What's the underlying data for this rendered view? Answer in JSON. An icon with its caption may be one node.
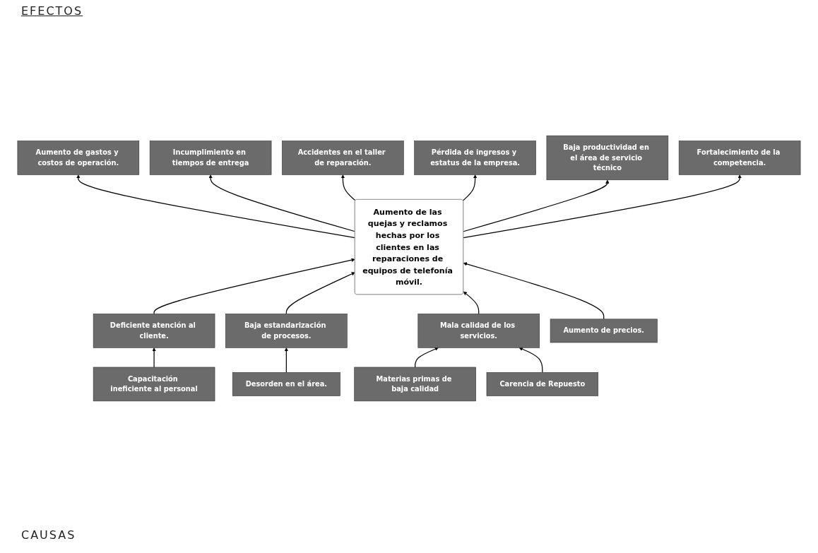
{
  "diagram": {
    "nodes": [
      {
        "text": [
          "Incumplimiento en tiempos de entrega"
        ]
      },
      {
        "text": [
          "Baja productividad en el área de servicio técnico"
        ]
      },
      {
        "text": [
          "Aumento de gastos y costos de operación."
        ]
      },
      {
        "text": [
          "Accidentes en el taller de reparación."
        ]
      },
      {
        "text": [
          "Pérdida de ingresos y estatus de la empresa."
        ]
      },
      {
        "text": [
          "Fortalecimiento de la competencia."
        ]
      },
      {
        "text": [
          "Aumento de las quejas y reclamos hechas por los clientes en las reparaciones de equipos de telefonía móvil."
        ]
      },
      {
        "text": [
          "Deficiente atención al cliente."
        ]
      },
      {
        "text": [
          "Baja estandarización de procesos."
        ]
      },
      {
        "text": [
          "Mala calidad de los servicios."
        ]
      },
      {
        "text": [
          "Aumento de precios."
        ]
      },
      {
        "text": [
          "Capacitación ineficiente al personal"
        ]
      },
      {
        "text": [
          "Desorden en el área."
        ]
      },
      {
        "text": [
          "Materias primas de baja calidad"
        ]
      },
      {
        "text": [
          "Carencia de Repuesto"
        ]
      }
    ],
    "edges": [
      {
        "from": 6,
        "to": 2,
        "arrow": "to"
      },
      {
        "from": 6,
        "to": 0,
        "arrow": "to"
      },
      {
        "from": 6,
        "to": 3,
        "arrow": "to"
      },
      {
        "from": 6,
        "to": 4,
        "arrow": "to"
      },
      {
        "from": 6,
        "to": 1,
        "arrow": "to"
      },
      {
        "from": 6,
        "to": 5,
        "arrow": "to"
      },
      {
        "from": 7,
        "to": 6,
        "arrow": "to"
      },
      {
        "from": 8,
        "to": 6,
        "arrow": "to"
      },
      {
        "from": 9,
        "to": 6,
        "arrow": "to"
      },
      {
        "from": 10,
        "to": 6,
        "arrow": "to"
      },
      {
        "from": 11,
        "to": 7,
        "arrow": "to"
      },
      {
        "from": 12,
        "to": 8,
        "arrow": "to"
      },
      {
        "from": 13,
        "to": 9,
        "arrow": "to"
      },
      {
        "from": 14,
        "to": 9,
        "arrow": "to"
      }
    ],
    "labels": [
      "EFECTOS",
      "CAUSAS"
    ]
  }
}
